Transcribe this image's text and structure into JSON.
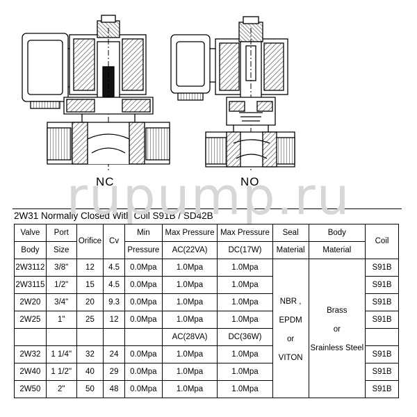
{
  "watermark": "rupump.ru",
  "diagram_labels": {
    "nc": "NC",
    "no": "NO"
  },
  "table_title": "2W31 Normally Closed With Coil S91B / SD42B",
  "headers": {
    "valve_body": [
      "Valve",
      "Body"
    ],
    "port_size": [
      "Port",
      "Size"
    ],
    "orifice": "Orifice",
    "cv": "Cv",
    "min_pressure": [
      "Min",
      "Pressure"
    ],
    "max_pressure_ac": [
      "Max Pressure",
      "AC(22VA)"
    ],
    "max_pressure_dc": [
      "Max Pressure",
      "DC(17W)"
    ],
    "seal_material": [
      "Seal",
      "Material"
    ],
    "body_material": [
      "Body",
      "Material"
    ],
    "coil": "Coil"
  },
  "seal_material_values": [
    "NBR ,",
    "EPDM",
    "or",
    "VITON"
  ],
  "body_material_values": [
    "Brass",
    "or",
    "Srainless Steel"
  ],
  "rows_group1": [
    {
      "body": "2W3112",
      "port": "3/8\"",
      "orifice": "12",
      "cv": "4.5",
      "min": "0.0Mpa",
      "ac": "1.0Mpa",
      "dc": "1.0Mpa",
      "coil": "S91B"
    },
    {
      "body": "2W3115",
      "port": "1/2\"",
      "orifice": "15",
      "cv": "4.5",
      "min": "0.0Mpa",
      "ac": "1.0Mpa",
      "dc": "1.0Mpa",
      "coil": "S91B"
    },
    {
      "body": "2W20",
      "port": "3/4\"",
      "orifice": "20",
      "cv": "9.3",
      "min": "0.0Mpa",
      "ac": "1.0Mpa",
      "dc": "1.0Mpa",
      "coil": "S91B"
    },
    {
      "body": "2W25",
      "port": "1\"",
      "orifice": "25",
      "cv": "12",
      "min": "0.0Mpa",
      "ac": "1.0Mpa",
      "dc": "1.0Mpa",
      "coil": "S91B"
    }
  ],
  "subheader": {
    "ac": "AC(28VA)",
    "dc": "DC(36W)"
  },
  "rows_group2": [
    {
      "body": "2W32",
      "port": "1 1/4\"",
      "orifice": "32",
      "cv": "24",
      "min": "0.0Mpa",
      "ac": "1.0Mpa",
      "dc": "1.0Mpa",
      "coil": "S91B"
    },
    {
      "body": "2W40",
      "port": "1 1/2\"",
      "orifice": "40",
      "cv": "29",
      "min": "0.0Mpa",
      "ac": "1.0Mpa",
      "dc": "1.0Mpa",
      "coil": "S91B"
    },
    {
      "body": "2W50",
      "port": "2\"",
      "orifice": "50",
      "cv": "48",
      "min": "0.0Mpa",
      "ac": "1.0Mpa",
      "dc": "1.0Mpa",
      "coil": "S91B"
    }
  ]
}
